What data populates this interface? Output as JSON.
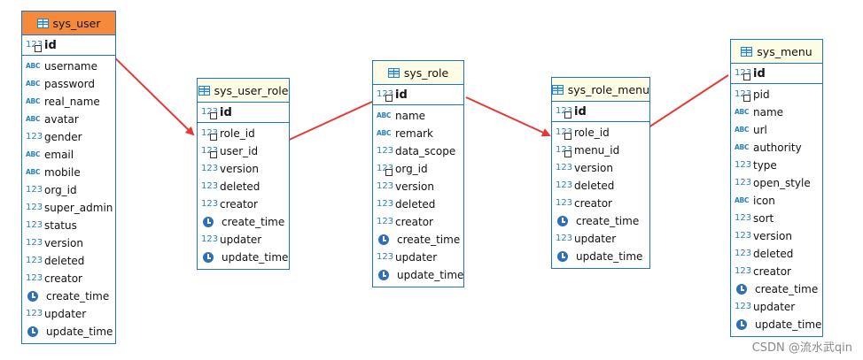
{
  "tables": [
    {
      "id": "sys_user",
      "title": "sys_user",
      "selected": true,
      "pk": "id",
      "columns": [
        {
          "name": "username",
          "type": "abc"
        },
        {
          "name": "password",
          "type": "abc"
        },
        {
          "name": "real_name",
          "type": "abc"
        },
        {
          "name": "avatar",
          "type": "abc"
        },
        {
          "name": "gender",
          "type": "num"
        },
        {
          "name": "email",
          "type": "abc"
        },
        {
          "name": "mobile",
          "type": "abc"
        },
        {
          "name": "org_id",
          "type": "num"
        },
        {
          "name": "super_admin",
          "type": "num"
        },
        {
          "name": "status",
          "type": "num"
        },
        {
          "name": "version",
          "type": "num"
        },
        {
          "name": "deleted",
          "type": "num"
        },
        {
          "name": "creator",
          "type": "num"
        },
        {
          "name": "create_time",
          "type": "clock"
        },
        {
          "name": "updater",
          "type": "num"
        },
        {
          "name": "update_time",
          "type": "clock"
        }
      ]
    },
    {
      "id": "sys_user_role",
      "title": "sys_user_role",
      "selected": false,
      "pk": "id",
      "columns": [
        {
          "name": "role_id",
          "type": "fk"
        },
        {
          "name": "user_id",
          "type": "fk"
        },
        {
          "name": "version",
          "type": "num"
        },
        {
          "name": "deleted",
          "type": "num"
        },
        {
          "name": "creator",
          "type": "num"
        },
        {
          "name": "create_time",
          "type": "clock"
        },
        {
          "name": "updater",
          "type": "num"
        },
        {
          "name": "update_time",
          "type": "clock"
        }
      ]
    },
    {
      "id": "sys_role",
      "title": "sys_role",
      "selected": false,
      "pk": "id",
      "columns": [
        {
          "name": "name",
          "type": "abc"
        },
        {
          "name": "remark",
          "type": "abc"
        },
        {
          "name": "data_scope",
          "type": "num"
        },
        {
          "name": "org_id",
          "type": "fk"
        },
        {
          "name": "version",
          "type": "num"
        },
        {
          "name": "deleted",
          "type": "num"
        },
        {
          "name": "creator",
          "type": "num"
        },
        {
          "name": "create_time",
          "type": "clock"
        },
        {
          "name": "updater",
          "type": "num"
        },
        {
          "name": "update_time",
          "type": "clock"
        }
      ]
    },
    {
      "id": "sys_role_menu",
      "title": "sys_role_menu",
      "selected": false,
      "pk": "id",
      "columns": [
        {
          "name": "role_id",
          "type": "fk"
        },
        {
          "name": "menu_id",
          "type": "fk"
        },
        {
          "name": "version",
          "type": "num"
        },
        {
          "name": "deleted",
          "type": "num"
        },
        {
          "name": "creator",
          "type": "num"
        },
        {
          "name": "create_time",
          "type": "clock"
        },
        {
          "name": "updater",
          "type": "num"
        },
        {
          "name": "update_time",
          "type": "clock"
        }
      ]
    },
    {
      "id": "sys_menu",
      "title": "sys_menu",
      "selected": false,
      "pk": "id",
      "columns": [
        {
          "name": "pid",
          "type": "fk"
        },
        {
          "name": "name",
          "type": "abc"
        },
        {
          "name": "url",
          "type": "abc"
        },
        {
          "name": "authority",
          "type": "abc"
        },
        {
          "name": "type",
          "type": "num"
        },
        {
          "name": "open_style",
          "type": "num"
        },
        {
          "name": "icon",
          "type": "abc"
        },
        {
          "name": "sort",
          "type": "num"
        },
        {
          "name": "version",
          "type": "num"
        },
        {
          "name": "deleted",
          "type": "num"
        },
        {
          "name": "creator",
          "type": "num"
        },
        {
          "name": "create_time",
          "type": "clock"
        },
        {
          "name": "updater",
          "type": "num"
        },
        {
          "name": "update_time",
          "type": "clock"
        }
      ]
    }
  ],
  "relations": [
    {
      "from": "sys_user.id",
      "to": "sys_user_role.role_id"
    },
    {
      "from": "sys_role.id",
      "to": "sys_user_role.user_id"
    },
    {
      "from": "sys_role.id",
      "to": "sys_role_menu.role_id"
    },
    {
      "from": "sys_menu.id",
      "to": "sys_role_menu.menu_id"
    }
  ],
  "icon_labels": {
    "abc": "ABC",
    "num": "123"
  },
  "colors": {
    "border": "#1f73c7",
    "header_selected": "#f58a3b",
    "header": "#fdfde5",
    "arrow": "#e53935"
  },
  "watermark": "CSDN @流水武qin"
}
